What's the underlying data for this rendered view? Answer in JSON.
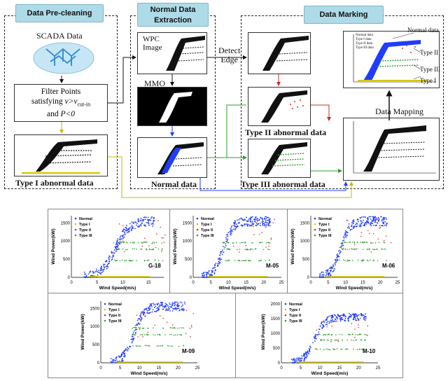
{
  "workflow": {
    "stages": {
      "pre_cleaning": "Data Pre-cleaning",
      "normal_extraction": "Normal Data\nExtraction",
      "data_marking": "Data Marking"
    },
    "scada_label": "SCADA Data",
    "filter_label": "Filter Points satisfying v>v cut-in and P<0",
    "filter_lines": [
      "Filter Points",
      "satisfying",
      "and"
    ],
    "filter_v": "v>v",
    "filter_sub": "cut-in",
    "filter_p": "P<0",
    "wpc_label_1": "WPC",
    "wpc_label_2": "Image",
    "mmo_label": "MMO",
    "detect_edge_1": "Detect",
    "detect_edge_2": "Edge",
    "data_mapping": "Data  Mapping",
    "type1_caption": "Type I abnormal data",
    "normal_caption": "Normal data",
    "type2_caption": "Type II abnormal data",
    "type3_caption": "Type III abnormal data",
    "marked_legend": [
      "Normal data",
      "Type I data",
      "Type II data",
      "Type III data"
    ],
    "annotations": {
      "normal": "Normal data",
      "type2": "Type II",
      "type3": "Type III",
      "type1": "Type I"
    },
    "colors": {
      "header_bg": "#aedbe8",
      "normal": "#1f3cff",
      "type1": "#d8c800",
      "type2": "#e0302a",
      "type3": "#2e9e2e"
    }
  },
  "chart_data": [
    {
      "type": "scatter",
      "turbine": "G-18",
      "xlabel": "Wind Speed(m/s)",
      "ylabel": "Wind Power(kW)",
      "xticks": [
        "0",
        "5",
        "10",
        "15"
      ],
      "yticks": [
        "0",
        "500",
        "1000",
        "1500"
      ],
      "xlim": [
        0,
        18
      ],
      "ylim": [
        0,
        1700
      ],
      "legend": [
        "Normal",
        "Type I",
        "Type II",
        "Type III"
      ]
    },
    {
      "type": "scatter",
      "turbine": "M-05",
      "xlabel": "Wind Speed(m/s)",
      "ylabel": "Wind Power(kW)",
      "xticks": [
        "0",
        "5",
        "10",
        "15",
        "20",
        "25"
      ],
      "yticks": [
        "0",
        "500",
        "1000",
        "1500"
      ],
      "xlim": [
        0,
        25
      ],
      "ylim": [
        0,
        1700
      ],
      "legend": [
        "Normal",
        "Type I",
        "Type II",
        "Type III"
      ]
    },
    {
      "type": "scatter",
      "turbine": "M-06",
      "xlabel": "Wind Speed(m/s)",
      "ylabel": "Wind Power(kW)",
      "xticks": [
        "0",
        "5",
        "10",
        "15",
        "20",
        "25"
      ],
      "yticks": [
        "0",
        "500",
        "1000",
        "1500"
      ],
      "xlim": [
        0,
        25
      ],
      "ylim": [
        0,
        1700
      ],
      "legend": [
        "Normal",
        "Type I",
        "Type II",
        "Type III"
      ]
    },
    {
      "type": "scatter",
      "turbine": "M-09",
      "xlabel": "Wind Speed(m/s)",
      "ylabel": "Wind Power(kW)",
      "xticks": [
        "0",
        "5",
        "10",
        "15",
        "20",
        "25"
      ],
      "yticks": [
        "0",
        "500",
        "1000",
        "1500"
      ],
      "xlim": [
        0,
        25
      ],
      "ylim": [
        0,
        1700
      ],
      "legend": [
        "Normal",
        "Type I",
        "Type II",
        "Type III"
      ]
    },
    {
      "type": "scatter",
      "turbine": "M-10",
      "xlabel": "Wind Speed(m/s)",
      "ylabel": "Wind Power(kW)",
      "xticks": [
        "0",
        "5",
        "10",
        "15",
        "20",
        "25"
      ],
      "yticks": [
        "0",
        "500",
        "1000",
        "1500",
        "2000"
      ],
      "xlim": [
        0,
        25
      ],
      "ylim": [
        0,
        2100
      ],
      "legend": [
        "Normal",
        "Type I",
        "Type II",
        "Type III"
      ]
    }
  ]
}
